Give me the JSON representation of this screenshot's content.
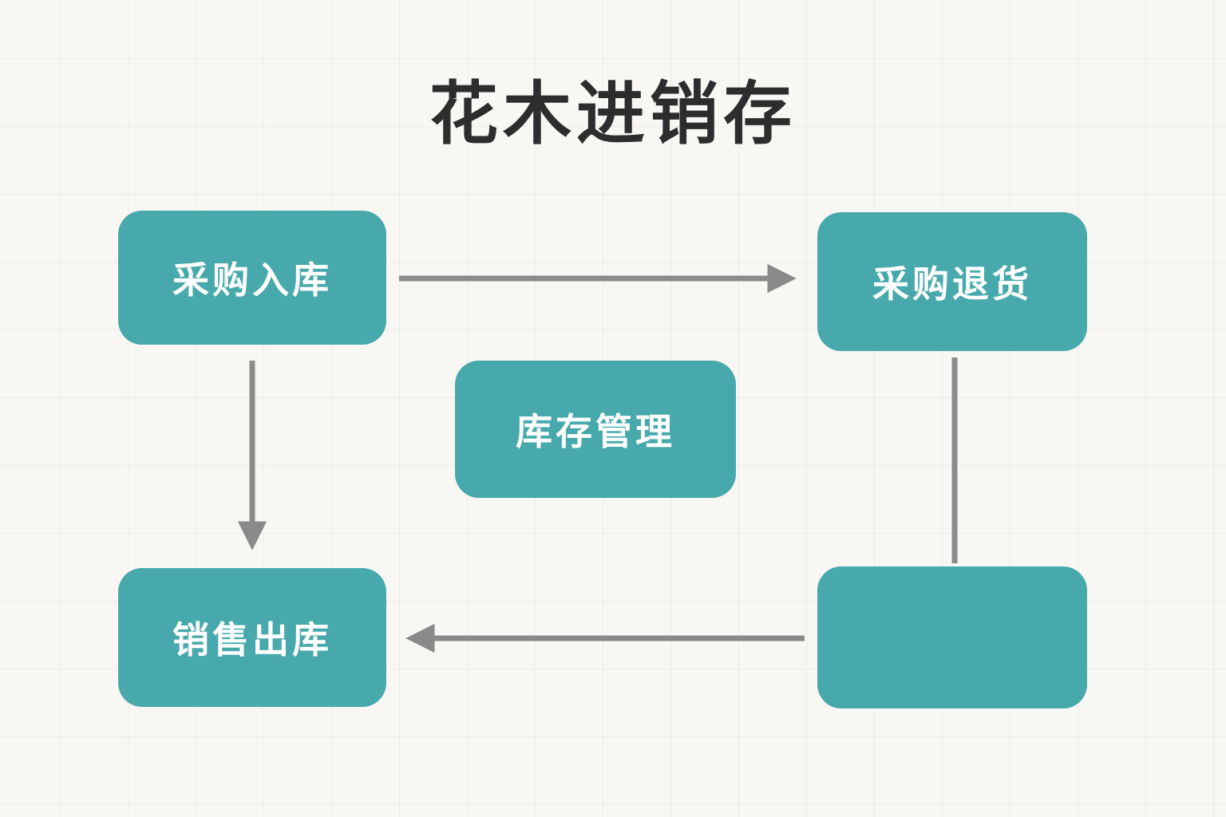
{
  "title": "花木进销存",
  "diagram": {
    "nodes": [
      {
        "id": "purchase-inbound",
        "label": "采购入库"
      },
      {
        "id": "purchase-return",
        "label": "采购退货"
      },
      {
        "id": "inventory-management",
        "label": "库存管理"
      },
      {
        "id": "sales-outbound",
        "label": "销售出库"
      },
      {
        "id": "bottom-right-blank",
        "label": ""
      }
    ],
    "edges": [
      {
        "from": "purchase-inbound",
        "to": "purchase-return",
        "direction": "right",
        "arrowhead": true
      },
      {
        "from": "purchase-inbound",
        "to": "sales-outbound",
        "direction": "down",
        "arrowhead": true
      },
      {
        "from": "purchase-return",
        "to": "bottom-right-blank",
        "direction": "down",
        "arrowhead": false
      },
      {
        "from": "bottom-right-blank",
        "to": "sales-outbound",
        "direction": "left",
        "arrowhead": true
      }
    ],
    "colors": {
      "node_fill": "#47a9ab",
      "node_text": "#ffffff",
      "arrow": "#8a8a8a",
      "title_text": "#2d2d2d",
      "background": "#f8f7f4",
      "grid_line": "#ecebe7"
    }
  }
}
